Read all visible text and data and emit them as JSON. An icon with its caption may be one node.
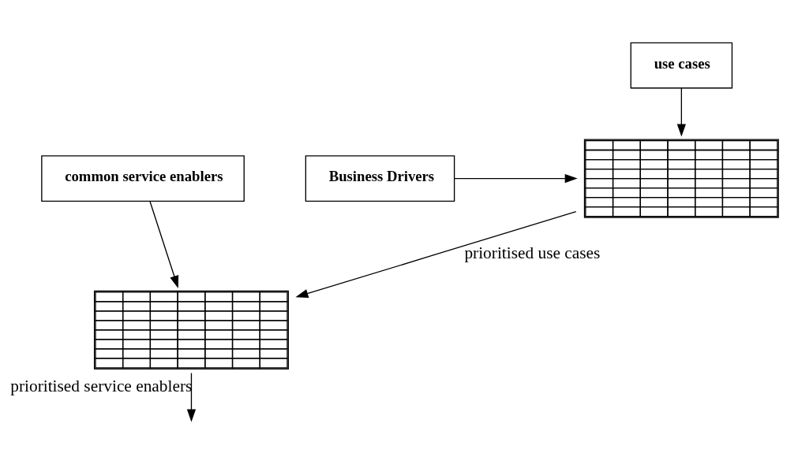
{
  "diagram": {
    "nodes": [
      {
        "text": [
          "use cases"
        ]
      },
      {
        "text": [],
        "shape": "table"
      },
      {
        "text": [
          "Business Drivers"
        ]
      },
      {
        "text": [],
        "shape": "table"
      },
      {
        "text": [
          "common service enablers"
        ]
      }
    ],
    "edges": [
      {
        "from": 0,
        "to": 1,
        "arrow": "to"
      },
      {
        "from": 2,
        "to": 1,
        "arrow": "to"
      },
      {
        "from": 1,
        "to": 3,
        "arrow": "to",
        "label": "prioritised use cases"
      },
      {
        "from": 4,
        "to": 3,
        "arrow": "to"
      },
      {
        "from": 3,
        "to": null,
        "arrow": "to",
        "label": "prioritised service enablers"
      }
    ]
  }
}
